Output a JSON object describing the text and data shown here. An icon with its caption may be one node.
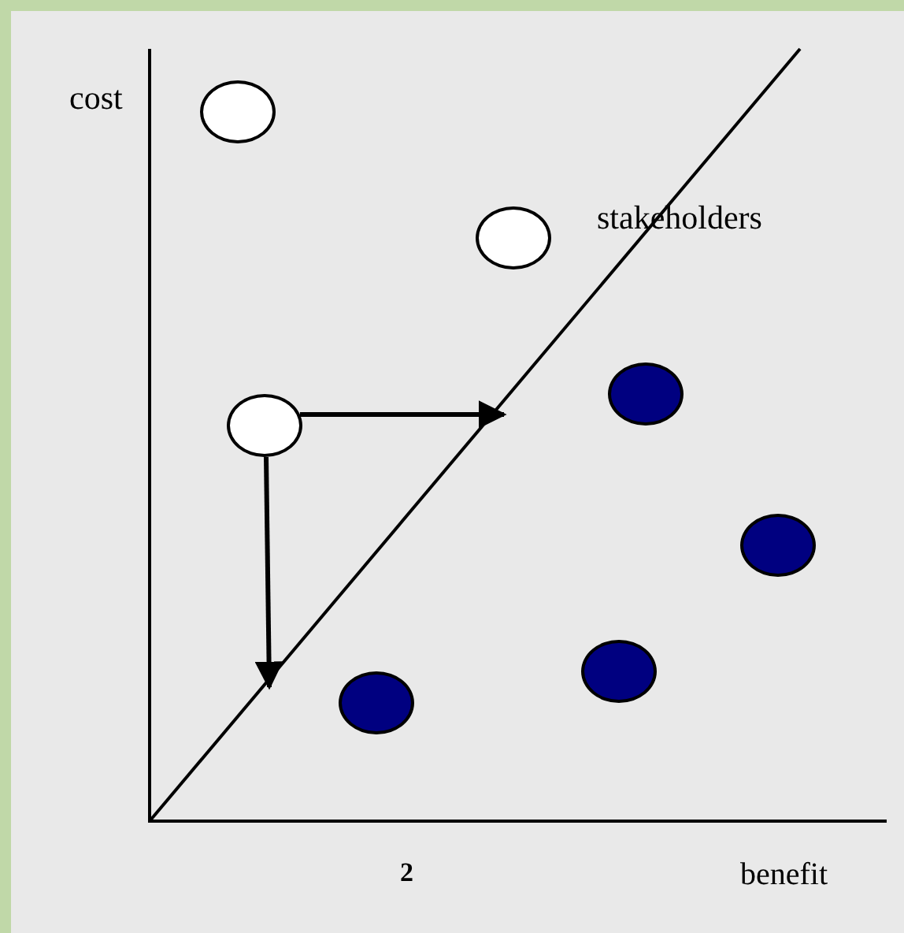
{
  "diagram": {
    "nodes": [
      {
        "text": [],
        "shape": "circle"
      },
      {
        "text": [],
        "shape": "circle"
      },
      {
        "text": [],
        "shape": "circle"
      },
      {
        "text": [],
        "shape": "circle"
      },
      {
        "text": [],
        "shape": "circle"
      },
      {
        "text": [],
        "shape": "circle"
      },
      {
        "text": [],
        "shape": "circle"
      }
    ],
    "edges": [
      {
        "from": 3,
        "to": null,
        "arrow": "to"
      },
      {
        "from": 3,
        "to": null,
        "arrow": "to"
      }
    ],
    "labels": [
      "cost",
      "stakeholders",
      "2",
      "benefit"
    ]
  }
}
